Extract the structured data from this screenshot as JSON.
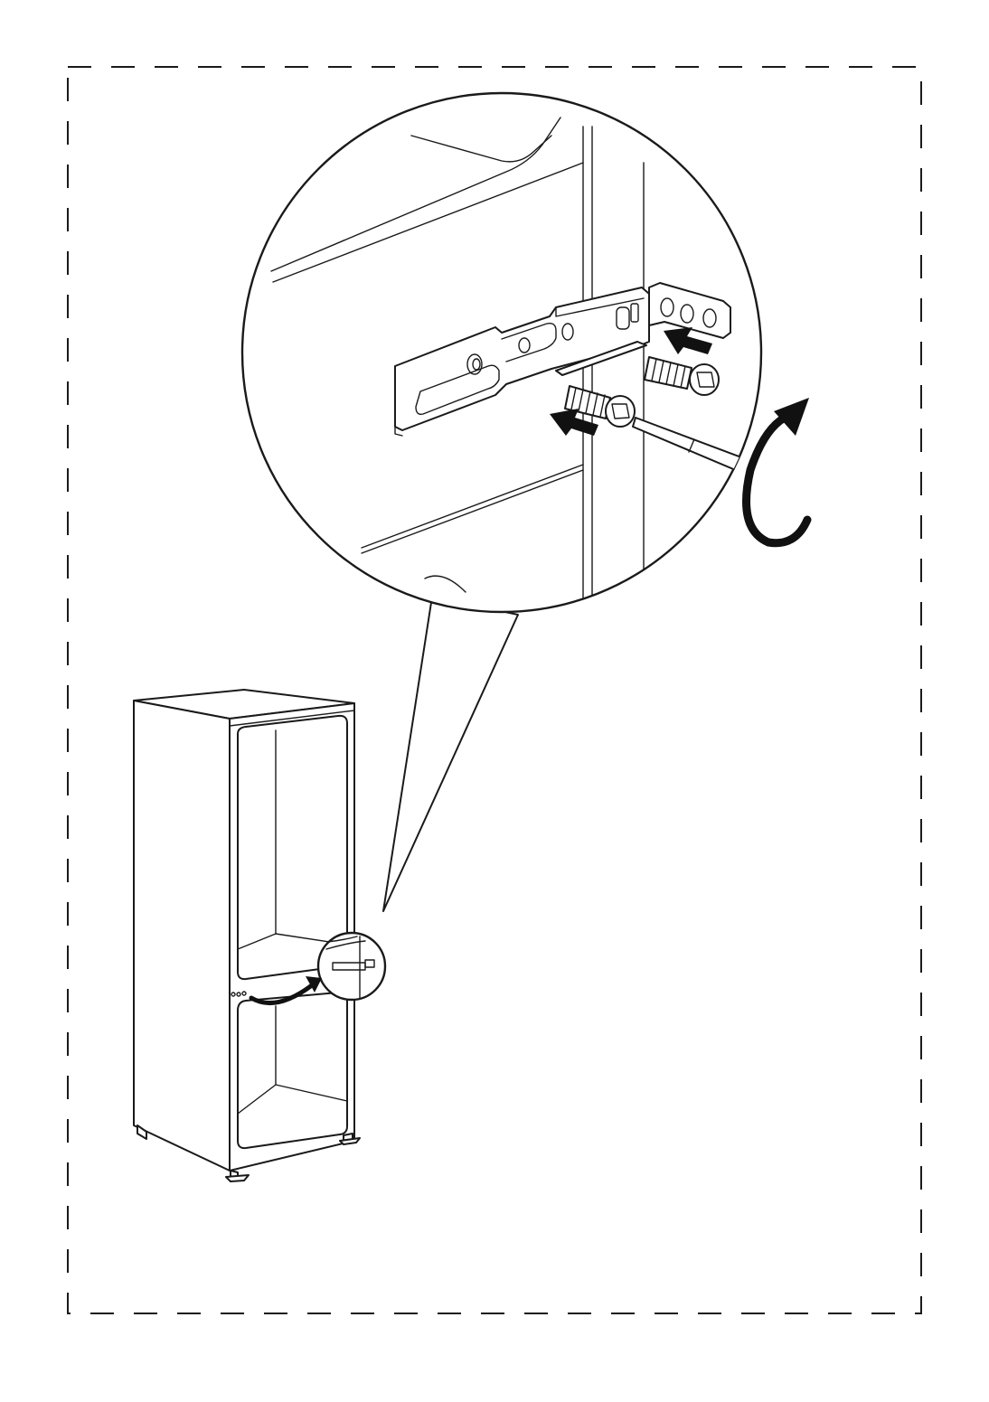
{
  "illustration": {
    "figure": "fridge-hinge-installation",
    "colors": {
      "line": "#1a1a1a",
      "background": "#ffffff"
    },
    "icons": [
      "dashed-frame",
      "magnified-detail-circle",
      "hinge-bracket",
      "screw",
      "push-arrow-icon",
      "screwdriver",
      "rotate-arrow-icon",
      "fridge-cabinet",
      "curved-arrow-icon"
    ]
  }
}
